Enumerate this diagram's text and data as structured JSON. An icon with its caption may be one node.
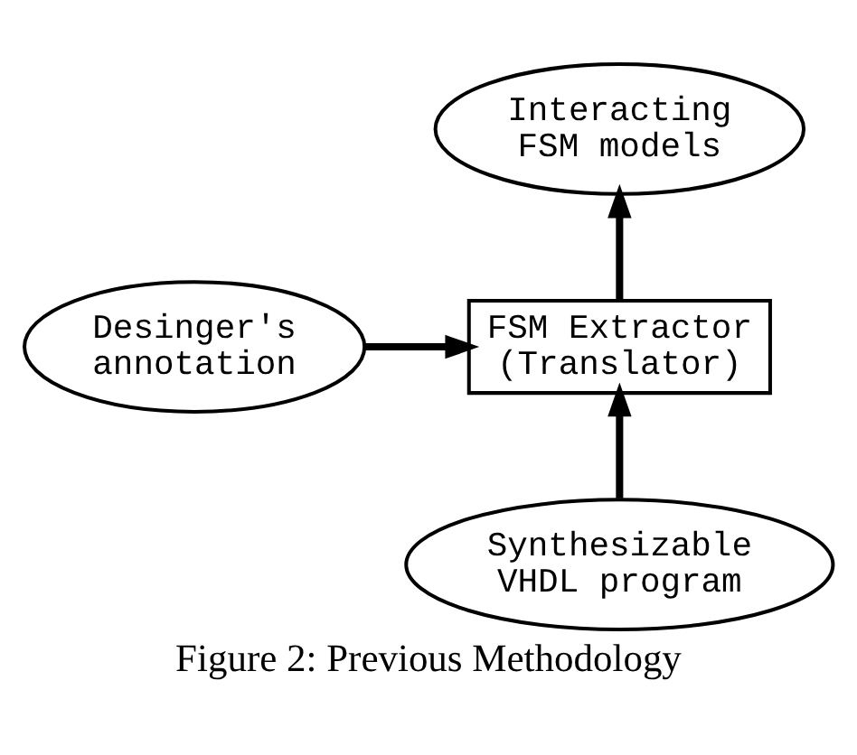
{
  "diagram": {
    "caption": "Figure 2: Previous Methodology",
    "nodes": [
      {
        "text": [
          "Interacting FSM models"
        ]
      },
      {
        "text": [
          "FSM Extractor (Translator)"
        ]
      },
      {
        "text": [
          "Desinger's annotation"
        ]
      },
      {
        "text": [
          "Synthesizable VHDL program"
        ]
      }
    ],
    "edges": [
      {
        "from": 3,
        "to": 1,
        "arrow": "to"
      },
      {
        "from": 2,
        "to": 1,
        "arrow": "to"
      },
      {
        "from": 1,
        "to": 0,
        "arrow": "to"
      }
    ]
  }
}
